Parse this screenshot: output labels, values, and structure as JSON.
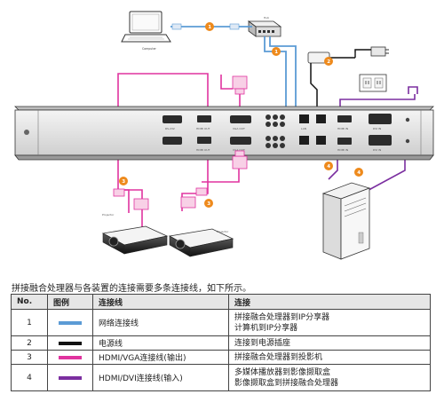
{
  "diagram": {
    "labels": {
      "computer": "Computer",
      "hub": "Hub",
      "projector_left": "Projector",
      "projector_right": "Projector",
      "device_ports": [
        "RS-232",
        "HDMI OUT",
        "VGA OUT",
        "HDMI OUT",
        "VGA OUT",
        "LAN",
        "HDMI IN",
        "DVI IN",
        "HDMI IN",
        "DVI IN"
      ]
    },
    "badges": [
      "1",
      "1",
      "2",
      "3",
      "3",
      "4",
      "4"
    ]
  },
  "caption": "拼接融合处理器与各装置的连接需要多条连接线，如下所示。",
  "table": {
    "headers": [
      "No.",
      "图例",
      "连接线",
      "连接"
    ],
    "rows": [
      {
        "no": "1",
        "color": "#5b9bd5",
        "type": "网络连接线",
        "connections": [
          "拼接融合处理器到IP分享器",
          "计算机到IP分享器"
        ]
      },
      {
        "no": "2",
        "color": "#111111",
        "type": "电源线",
        "connections": [
          "连接到电源插座"
        ]
      },
      {
        "no": "3",
        "color": "#e0339f",
        "type": "HDMI/VGA连接线(输出)",
        "connections": [
          "拼接融合处理器到投影机"
        ]
      },
      {
        "no": "4",
        "color": "#7b2fa0",
        "type": "HDMI/DVI连接线(输入)",
        "connections": [
          "多媒体播放器到影像撷取盒",
          "影像撷取盒到拼接融合处理器"
        ]
      }
    ]
  },
  "colors": {
    "network": "#5b9bd5",
    "power": "#111111",
    "output": "#e0339f",
    "input": "#7b2fa0",
    "badge": "#ee8a1c"
  }
}
